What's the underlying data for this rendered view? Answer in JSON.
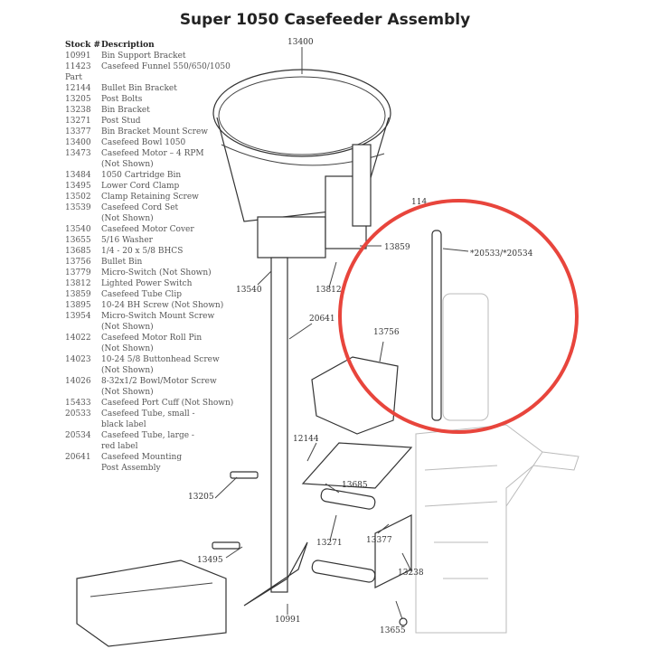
{
  "title": "Super 1050 Casefeeder Assembly",
  "parts_list": {
    "header": {
      "stock": "Stock #",
      "description": "Description"
    },
    "rows": [
      {
        "stock": "10991",
        "lines": [
          "Bin Support Bracket"
        ]
      },
      {
        "stock": "11423",
        "lines": [
          "Casefeed Funnel 550/650/1050"
        ]
      },
      {
        "stock": "Part",
        "lines": [
          ""
        ]
      },
      {
        "stock": "12144",
        "lines": [
          "Bullet Bin Bracket"
        ]
      },
      {
        "stock": "13205",
        "lines": [
          "Post Bolts"
        ]
      },
      {
        "stock": "13238",
        "lines": [
          "Bin Bracket"
        ]
      },
      {
        "stock": "13271",
        "lines": [
          "Post Stud"
        ]
      },
      {
        "stock": "13377",
        "lines": [
          "Bin Bracket Mount Screw"
        ]
      },
      {
        "stock": "13400",
        "lines": [
          "Casefeed Bowl 1050"
        ]
      },
      {
        "stock": "13473",
        "lines": [
          "Casefeed Motor – 4 RPM",
          "(Not Shown)"
        ]
      },
      {
        "stock": "13484",
        "lines": [
          "1050 Cartridge Bin"
        ]
      },
      {
        "stock": "13495",
        "lines": [
          "Lower Cord Clamp"
        ]
      },
      {
        "stock": "13502",
        "lines": [
          "Clamp Retaining Screw"
        ]
      },
      {
        "stock": "13539",
        "lines": [
          "Casefeed Cord Set",
          "(Not Shown)"
        ]
      },
      {
        "stock": "13540",
        "lines": [
          "Casefeed Motor Cover"
        ]
      },
      {
        "stock": "13655",
        "lines": [
          "5/16 Washer"
        ]
      },
      {
        "stock": "13685",
        "lines": [
          "1/4 - 20 x 5/8 BHCS"
        ]
      },
      {
        "stock": "13756",
        "lines": [
          "Bullet Bin"
        ]
      },
      {
        "stock": "13779",
        "lines": [
          "Micro-Switch (Not Shown)"
        ]
      },
      {
        "stock": "13812",
        "lines": [
          "Lighted Power Switch"
        ]
      },
      {
        "stock": "13859",
        "lines": [
          "Casefeed Tube Clip"
        ]
      },
      {
        "stock": "13895",
        "lines": [
          "10-24 BH Screw (Not Shown)"
        ]
      },
      {
        "stock": "13954",
        "lines": [
          "Micro-Switch Mount Screw",
          "(Not Shown)"
        ]
      },
      {
        "stock": "14022",
        "lines": [
          "Casefeed Motor Roll Pin",
          "(Not Shown)"
        ]
      },
      {
        "stock": "14023",
        "lines": [
          "10-24 5/8 Buttonhead Screw",
          "(Not Shown)"
        ]
      },
      {
        "stock": "14026",
        "lines": [
          "8-32x1/2 Bowl/Motor Screw",
          "(Not Shown)"
        ]
      },
      {
        "stock": "15433",
        "lines": [
          "Casefeed Port Cuff (Not Shown)"
        ]
      },
      {
        "stock": "20533",
        "lines": [
          "Casefeed Tube, small -",
          "black label"
        ]
      },
      {
        "stock": "20534",
        "lines": [
          "Casefeed Tube, large -",
          "red label"
        ]
      },
      {
        "stock": "20641",
        "lines": [
          "Casefeed Mounting",
          "Post Assembly"
        ]
      }
    ]
  },
  "callouts": {
    "c13400": "13400",
    "c11423": "114",
    "c13859": "13859",
    "c20533": "*20533/*20534",
    "c13540": "13540",
    "c13812": "13812",
    "c20641": "20641",
    "c13756": "13756",
    "c12144": "12144",
    "c13685": "13685",
    "c13205": "13205",
    "c13377": "13377",
    "c13271": "13271",
    "c13495": "13495",
    "c13238": "13238",
    "c10991": "10991",
    "c13655": "13655"
  },
  "colors": {
    "highlight": "#e8453c"
  }
}
